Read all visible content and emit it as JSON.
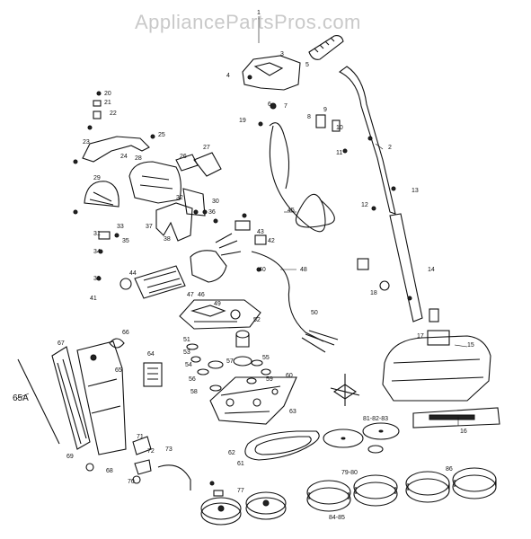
{
  "watermark": "AppliancePartsPros.com",
  "callouts": {
    "c1": "1",
    "c2": "2",
    "c3": "3",
    "c4": "4",
    "c5": "5",
    "c6": "6",
    "c7": "7",
    "c8": "8",
    "c9": "9",
    "c10": "10",
    "c11": "11",
    "c12": "12",
    "c13": "13",
    "c14": "14",
    "c15": "15",
    "c16": "16",
    "c17": "17",
    "c18": "18",
    "c19": "19",
    "c20": "20",
    "c21": "21",
    "c22": "22",
    "c23": "23",
    "c24": "24",
    "c25": "25",
    "c26": "26",
    "c27": "27",
    "c28": "28",
    "c29": "29",
    "c30": "30",
    "c31": "31",
    "c32": "32",
    "c33": "33",
    "c34": "34",
    "c35": "35",
    "c36": "36",
    "c37": "37",
    "c38": "38",
    "c39": "39",
    "c40": "40",
    "c41": "41",
    "c42": "42",
    "c43": "43",
    "c44": "44",
    "c45": "45",
    "c46": "46",
    "c47": "47",
    "c48": "48",
    "c49": "49",
    "c50": "50",
    "c51": "51",
    "c52": "52",
    "c53": "53",
    "c54": "54",
    "c55": "55",
    "c56": "56",
    "c57": "57",
    "c58": "58",
    "c59": "59",
    "c60": "60",
    "c61": "61",
    "c62": "62",
    "c63": "63",
    "c64": "64",
    "c65": "65",
    "c65a": "65A",
    "c66": "66",
    "c67": "67",
    "c68": "68",
    "c69": "69",
    "c70": "70",
    "c71": "71",
    "c72": "72",
    "c73": "73",
    "c77": "77",
    "c79_80": "79-80",
    "c81_83": "81-82-83",
    "c84_85": "84-85",
    "c86": "86"
  }
}
